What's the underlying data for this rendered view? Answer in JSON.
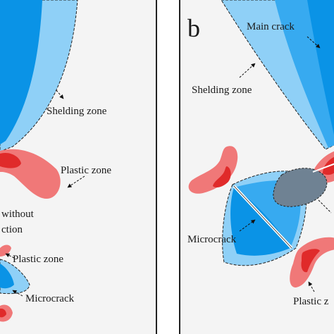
{
  "panels": {
    "a": {
      "labels": {
        "shelding_zone": "Shelding zone",
        "plastic_zone_top": "Plastic zone",
        "without_line1": "without",
        "without_line2": "ction",
        "plastic_zone_bottom": "Plastic zone",
        "microcrack": "Microcrack"
      }
    },
    "b": {
      "letter": "b",
      "labels": {
        "main_crack": "Main crack",
        "shelding_zone": "Shelding zone",
        "microcrack": "Microcrack",
        "plastic_partial": "Plastic z"
      }
    }
  },
  "colors": {
    "panel_bg": "#f4f4f4",
    "blue_dark": "#0a93e6",
    "blue_mid": "#37aaf0",
    "blue_light": "#8fd0f7",
    "red_light": "#f07878",
    "red_dark": "#e02a2a",
    "grey_zone": "#6f8293",
    "outline": "#222222"
  }
}
